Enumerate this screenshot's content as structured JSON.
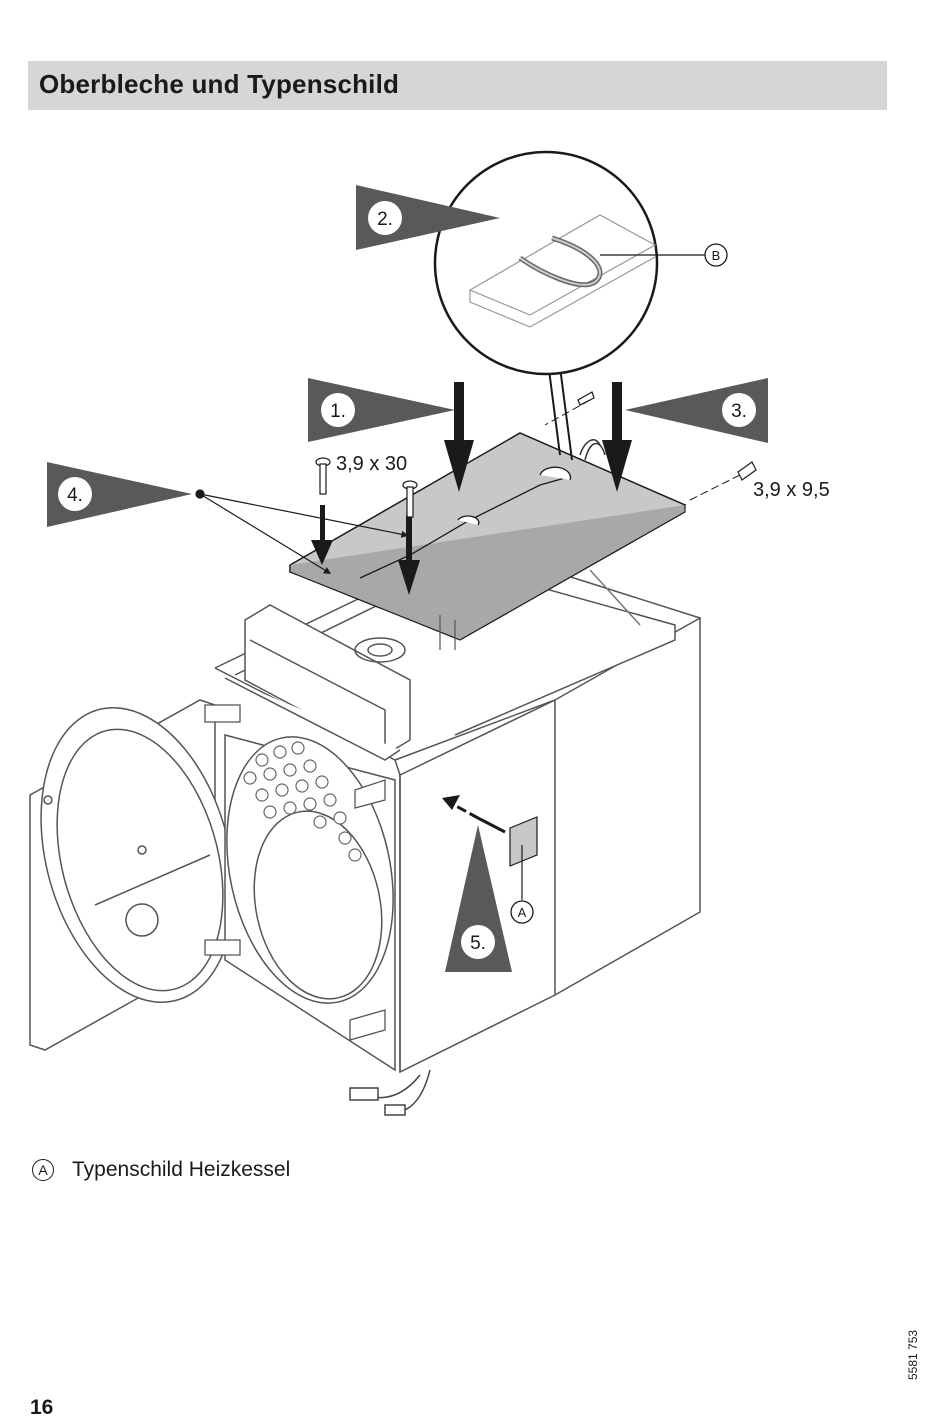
{
  "header": {
    "title": "Oberbleche und Typenschild"
  },
  "figure": {
    "steps": [
      "1.",
      "2.",
      "3.",
      "4.",
      "5."
    ],
    "screw_long": "3,9 x 30",
    "screw_short": "3,9 x 9,5",
    "callout_a": "A",
    "callout_b": "B"
  },
  "legend": [
    {
      "letter": "A",
      "text": "Typenschild Heizkessel"
    }
  ],
  "footer": {
    "doc_number": "5581 753",
    "page_number": "16"
  },
  "colors": {
    "title_bar": "#d6d6d6",
    "step_flag": "#595959",
    "panel_fill": "#c8c8c8",
    "line": "#1a1a1a"
  }
}
